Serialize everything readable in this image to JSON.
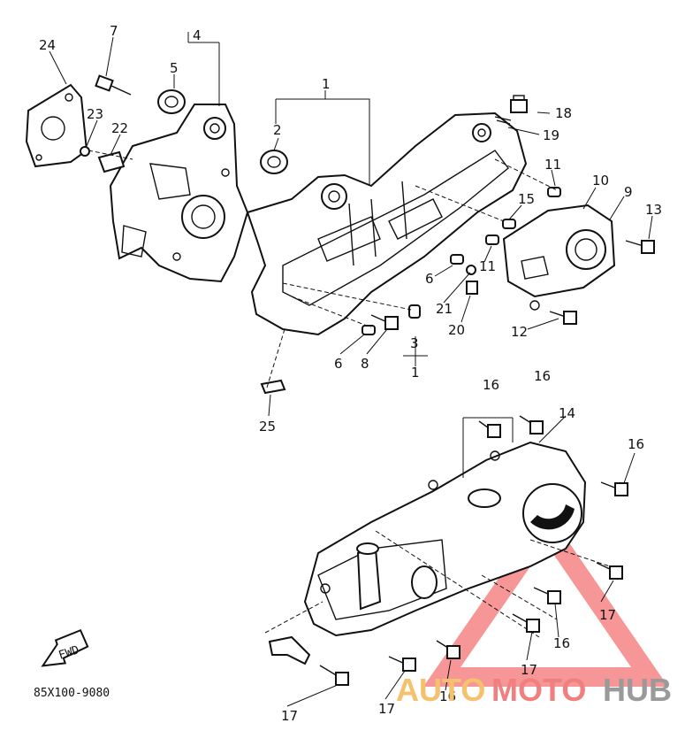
{
  "diagram_code": "85X100-9080",
  "direction_tag": "FWD",
  "watermark": {
    "parts": [
      "AUTO",
      "MOTO",
      "HUB"
    ],
    "colors": [
      "#f5c16c",
      "#f08080",
      "#9a9a9a"
    ],
    "triangle_color": "#f04040"
  },
  "callouts": [
    "24",
    "7",
    "4",
    "5",
    "23",
    "22",
    "1",
    "2",
    "18",
    "19",
    "11",
    "10",
    "9",
    "13",
    "15",
    "11",
    "6",
    "21",
    "20",
    "12",
    "3",
    "6",
    "8",
    "25",
    "16",
    "16",
    "14",
    "16",
    "16",
    "17",
    "16",
    "17",
    "17",
    "16",
    "17"
  ],
  "bracket_labels": [
    "1"
  ]
}
